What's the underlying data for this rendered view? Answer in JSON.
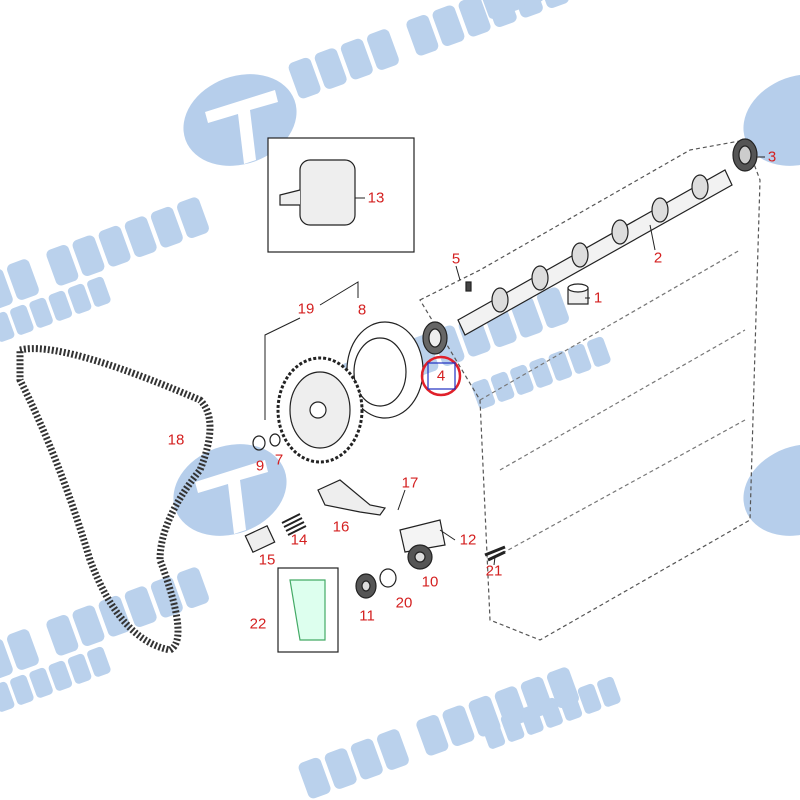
{
  "watermark": {
    "brand": "TATA MOTORS",
    "sub": "WebShop"
  },
  "highlight_color": "#e0202a",
  "label_color": "#d42020",
  "highlighted_part": "4",
  "labels": [
    {
      "id": "1",
      "text": "1"
    },
    {
      "id": "2",
      "text": "2"
    },
    {
      "id": "3",
      "text": "3"
    },
    {
      "id": "4",
      "text": "4"
    },
    {
      "id": "5",
      "text": "5"
    },
    {
      "id": "7",
      "text": "7"
    },
    {
      "id": "8",
      "text": "8"
    },
    {
      "id": "9",
      "text": "9"
    },
    {
      "id": "10",
      "text": "10"
    },
    {
      "id": "11",
      "text": "11"
    },
    {
      "id": "12",
      "text": "12"
    },
    {
      "id": "13",
      "text": "13"
    },
    {
      "id": "14",
      "text": "14"
    },
    {
      "id": "15",
      "text": "15"
    },
    {
      "id": "16",
      "text": "16"
    },
    {
      "id": "17",
      "text": "17"
    },
    {
      "id": "18",
      "text": "18"
    },
    {
      "id": "19",
      "text": "19"
    },
    {
      "id": "20",
      "text": "20"
    },
    {
      "id": "21",
      "text": "21"
    },
    {
      "id": "22",
      "text": "22"
    }
  ]
}
